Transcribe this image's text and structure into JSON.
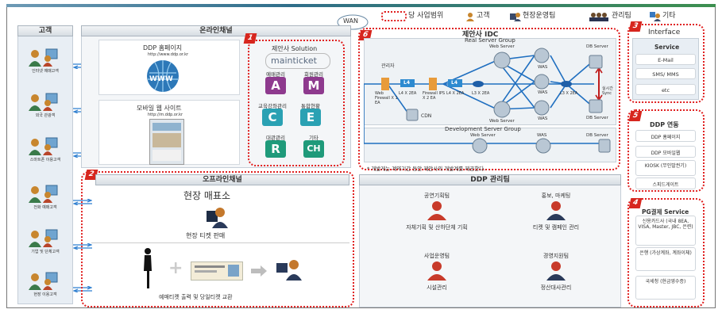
{
  "legend": {
    "range": "당 사업범위",
    "customer": "고객",
    "field_ops": "현장운영팀",
    "management": "관리팀",
    "other": "기타"
  },
  "wan": "WAN",
  "customer_col": {
    "header": "고객",
    "items": [
      "인터넷 예매고객",
      "외국 관광객",
      "스마트폰 이용고객",
      "전화 예매고객",
      "기업 및 단체고객",
      "현장 이용고객"
    ]
  },
  "online": {
    "header": "온라인채널",
    "homepage_title": "DDP 홈페이지",
    "homepage_url": "http://www.ddp.or.kr",
    "mobile_title": "모바일 웹 사이트",
    "mobile_url": "http://m.ddp.or.kr",
    "solution_title": "제안사 Solution",
    "logo_text": "mainticket",
    "modules": [
      {
        "label": "예매관리",
        "letter": "A",
        "color": "#8e3a8e"
      },
      {
        "label": "회원관리",
        "letter": "M",
        "color": "#8e3a8e"
      },
      {
        "label": "교육강좌관리",
        "letter": "C",
        "color": "#2aa1b3"
      },
      {
        "label": "통합현황",
        "letter": "E",
        "color": "#2aa1b3"
      },
      {
        "label": "대관관리",
        "letter": "R",
        "color": "#1f9a7a"
      },
      {
        "label": "기타",
        "letter": "CH",
        "color": "#1f9a7a"
      }
    ],
    "badge": "1"
  },
  "idc": {
    "title": "제안사 IDC",
    "badge": "6",
    "real_group": "Real Server Group",
    "dev_group": "Development Server Group",
    "admin": "관리자",
    "web_fw": "Web Firewall X 1 EA",
    "l4": "L4",
    "l4_ea": "L4 X 2EA",
    "fw_ips": "Firewall IPS X 2 EA",
    "l3": "L3 X 2EA",
    "cdn": "CDN",
    "web_server": "Web Server",
    "was": "WAS",
    "db_server": "DB Server",
    "sync": "실시간 Sync",
    "note": "* 개발게는 계약기간 동안 제안사의 개발계를 제공한다."
  },
  "offline": {
    "header": "오프라인채널",
    "badge": "2",
    "title": "현장 매표소",
    "sale": "현장 티켓 판매",
    "exchange": "예매티켓 출력 및 당일티켓 교환"
  },
  "ddp": {
    "header": "DDP 관리팀",
    "teams": [
      {
        "name": "공연기획팀",
        "desc": "자체기획 및 산하단체 기획"
      },
      {
        "name": "홍보, 마케팅",
        "desc": "티켓 및 캠페인 관리"
      },
      {
        "name": "사업운영팀",
        "desc": "시설관리"
      },
      {
        "name": "경영지원팀",
        "desc": "정산대사관리"
      }
    ]
  },
  "interface": {
    "header": "Interface",
    "badge": "3",
    "service_title": "Service",
    "items": [
      "E-Mail",
      "SMS/ MMS",
      "etc"
    ]
  },
  "ddp_link": {
    "title": "DDP 연동",
    "badge": "5",
    "items": [
      "DDP 홈페이지",
      "DDP 모바일웹",
      "KIOSK (무인발권기)",
      "스피드게이트"
    ]
  },
  "pg": {
    "title": "PG결제 Service",
    "badge": "4",
    "items": [
      "신용카드사 (국내 8EA, VISA, Master, JBC, 은련)",
      "은행 (가상계좌, 계좌이체)",
      "국세청 (현금영수증)"
    ]
  }
}
